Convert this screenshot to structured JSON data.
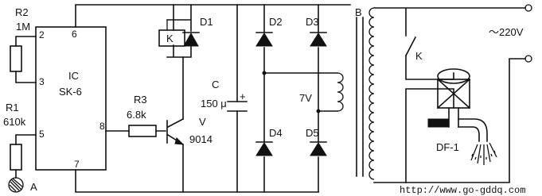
{
  "labels": {
    "r2": "R2",
    "r2_value": "1M",
    "r1": "R1",
    "r1_value": "610k",
    "ic": "IC",
    "ic_model": "SK-6",
    "pin2": "2",
    "pin3": "3",
    "pin5": "5",
    "pin6": "6",
    "pin7": "7",
    "pin8": "8",
    "relay_coil": "K",
    "d1": "D1",
    "d2": "D2",
    "d3": "D3",
    "d4": "D4",
    "d5": "D5",
    "cap": "C",
    "cap_value": "150 μ",
    "cap_plus": "+",
    "r3": "R3",
    "r3_value": "6.8k",
    "transistor": "V",
    "transistor_model": "9014",
    "secondary_voltage": "7V",
    "transformer": "B",
    "switch": "K",
    "mains": "～220V",
    "valve": "DF-1",
    "sensor": "A",
    "watermark": "http://www.go-gddq.com"
  }
}
